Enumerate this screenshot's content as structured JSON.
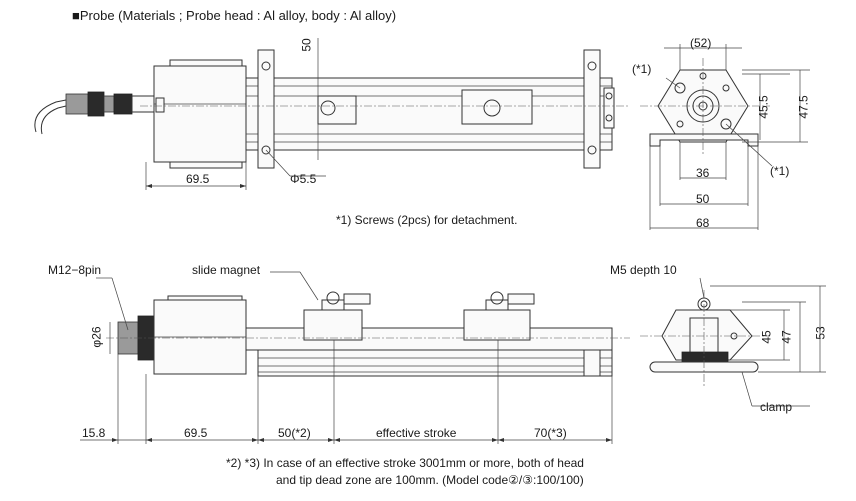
{
  "title": {
    "marker": "■",
    "text": "Probe (Materials ; Probe head : Al alloy, body : Al alloy)"
  },
  "top_view": {
    "dim_height": "50",
    "dim_length": "69.5",
    "dim_hole": "Φ5.5"
  },
  "end_view_top": {
    "dim_overall": "(52)",
    "dim_45_5": "45.5",
    "dim_47_5": "47.5",
    "dim_36": "36",
    "dim_50": "50",
    "dim_68": "68",
    "screw_mark_left": "(*1)",
    "screw_mark_right": "(*1)"
  },
  "note1": "*1) Screws (2pcs) for detachment.",
  "side_view": {
    "connector_label": "M12−8pin",
    "magnet_label": "slide magnet",
    "dim_diameter": "φ26",
    "dim_15_8": "15.8",
    "dim_69_5": "69.5",
    "dim_head_zone": "50(*2)",
    "dim_stroke": "effective stroke",
    "dim_tip_zone": "70(*3)"
  },
  "end_view_bottom": {
    "tap_label": "M5 depth 10",
    "dim_45": "45",
    "dim_47": "47",
    "dim_53": "53",
    "clamp_label": "clamp"
  },
  "note2": {
    "line1": "*2) *3) In case of an effective stroke 3001mm or more, both of head",
    "line2": "and tip dead zone are 100mm. (Model code②/③:100/100)"
  }
}
